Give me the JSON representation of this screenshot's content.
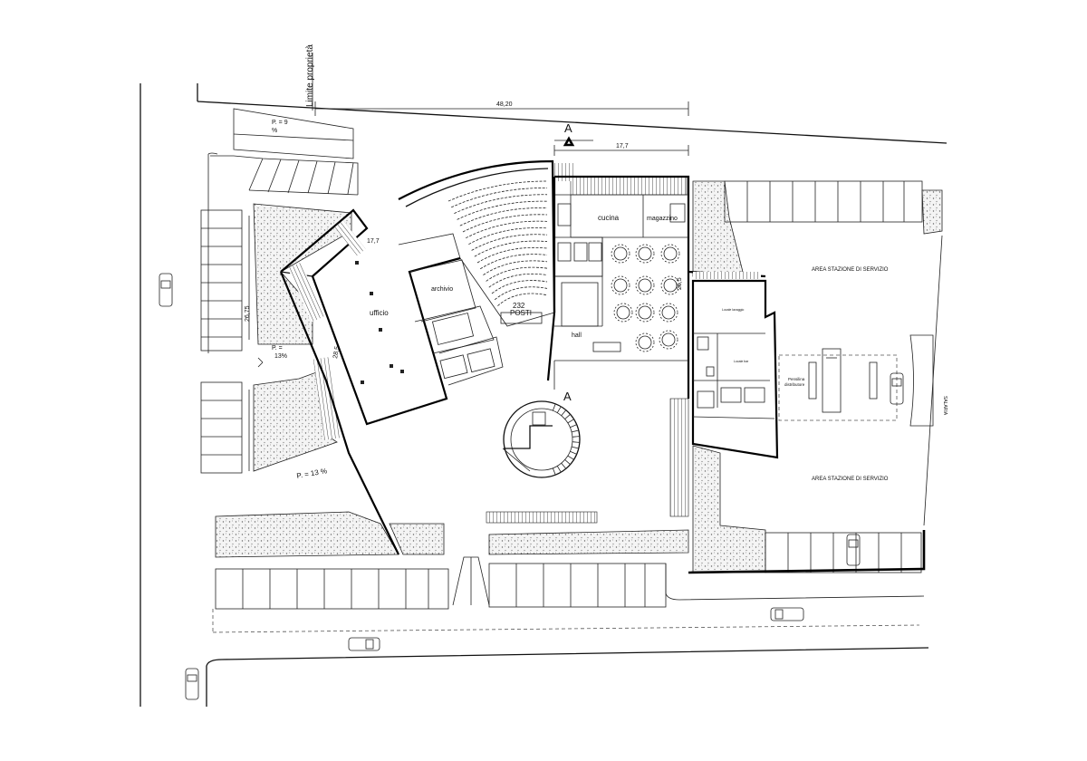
{
  "labels": {
    "property_limit": "Limite proprietà",
    "dim_total": "48,20",
    "dim_17_7_top": "17,7",
    "dim_17_7_office": "17,7",
    "dim_26_5": "26,5",
    "dim_26_75": "26,75",
    "dim_28_5": "28,5",
    "section_top": "A",
    "section_bottom": "A",
    "slope_top": "P. = 9",
    "slope_top_pct": "%",
    "slope_mid": "P. =",
    "slope_mid_pct": "13%",
    "slope_bottom": "P. = 13 %",
    "ufficio": "ufficio",
    "archivio": "archivio",
    "posti_num": "232",
    "posti": "POSTI",
    "cucina": "cucina",
    "magazzino": "magazzino",
    "hall": "hall",
    "area_top": "AREA STAZIONE DI SERVIZIO",
    "area_bottom": "AREA STAZIONE DI SERVIZIO",
    "pensilina_1": "Pensilina",
    "pensilina_2": "distributore",
    "salaria": "SALARIA",
    "locale_1": "Locale lavaggio",
    "locale_2": "Locale bar"
  }
}
